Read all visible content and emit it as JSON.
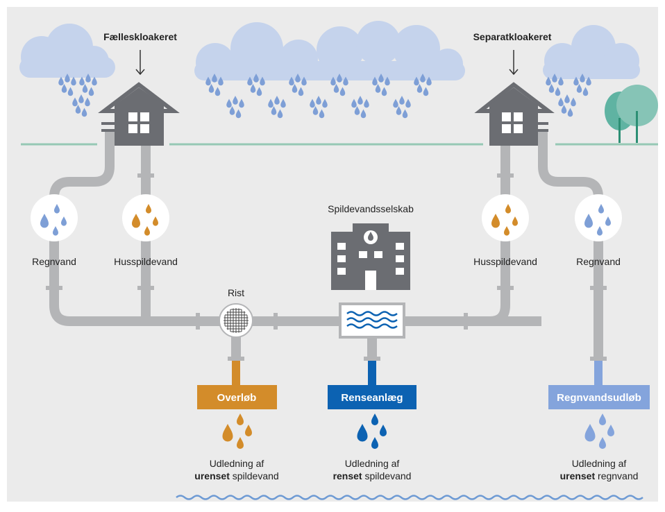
{
  "labels": {
    "combined_sewer": "Fælleskloakeret",
    "separate_sewer": "Separatkloakeret",
    "utility": "Spildevandsselskab",
    "grate": "Rist",
    "rainwater_left": "Regnvand",
    "household_left": "Husspildevand",
    "household_right": "Husspildevand",
    "rainwater_right": "Regnvand"
  },
  "outlets": {
    "overflow": "Overløb",
    "treatment": "Renseanlæg",
    "rain_outlet": "Regnvandsudløb"
  },
  "discharges": {
    "overflow": {
      "line1": "Udledning af",
      "bold": "urenset",
      "rest": " spildevand"
    },
    "treatment": {
      "line1": "Udledning af",
      "bold": "renset",
      "rest": " spildevand"
    },
    "rain": {
      "line1": "Udledning af",
      "bold": "urenset",
      "rest": " regnvand"
    }
  },
  "colors": {
    "background": "#ebebeb",
    "cloud": "#c5d3ec",
    "rain_drop": "#7e9fd6",
    "house": "#6b6d72",
    "pipe": "#b4b5b7",
    "ground": "#96c8b4",
    "tree": "#5fb3a2",
    "tree_light": "#86c4b6",
    "sewage": "#d38c2a",
    "treated": "#0c62b2",
    "rain_outlet": "#84a4dc",
    "wave": "#6d9ad4"
  }
}
